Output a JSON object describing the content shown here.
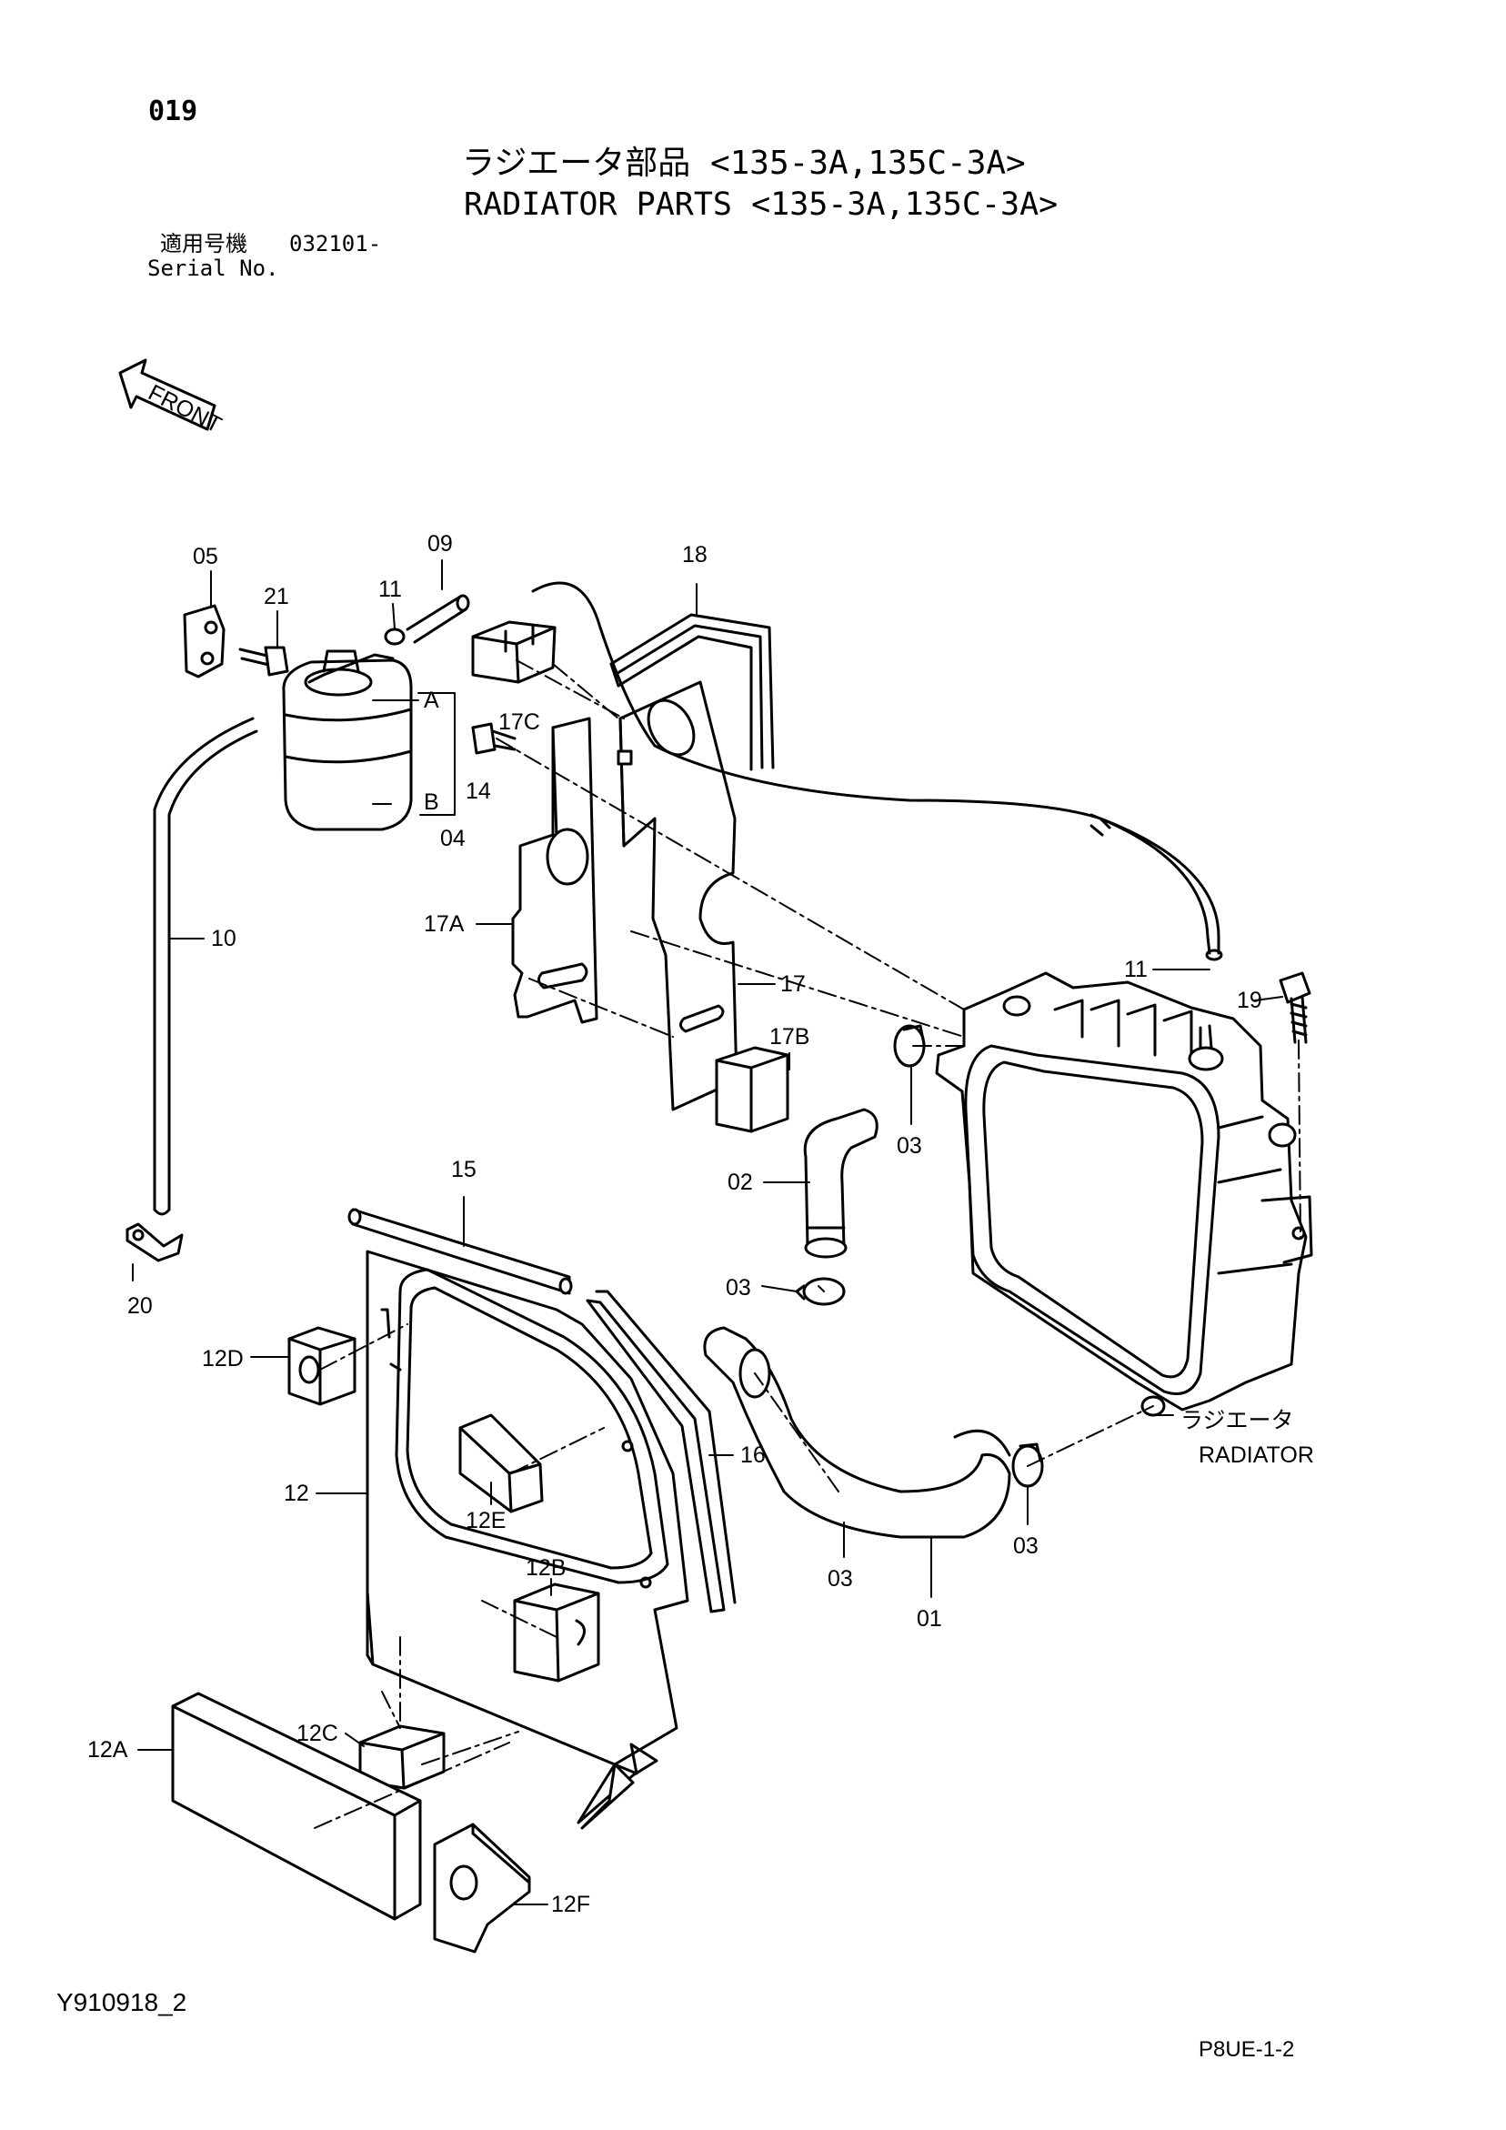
{
  "page": {
    "number": "019",
    "title_jp": "ラジエータ部品 <135-3A,135C-3A>",
    "title_en": "RADIATOR PARTS <135-3A,135C-3A>",
    "serial_label_jp": "適用号機",
    "serial_value": "032101-",
    "serial_label_en": "Serial No.",
    "figure_code": "Y910918_2",
    "page_code": "P8UE-1-2"
  },
  "front_arrow": {
    "label": "FRONT"
  },
  "radiator_label": {
    "jp": "ラジエータ",
    "en": "RADIATOR"
  },
  "callouts": {
    "c05": "05",
    "c21": "21",
    "c11a": "11",
    "c09": "09",
    "c18": "18",
    "cA": "A",
    "c17C": "17C",
    "c14": "14",
    "cB": "B",
    "c04": "04",
    "c10": "10",
    "c17A": "17A",
    "c17": "17",
    "c11b": "11",
    "c19": "19",
    "c17B": "17B",
    "c02": "02",
    "c03a": "03",
    "c20": "20",
    "c15": "15",
    "c03b": "03",
    "c12D": "12D",
    "c16": "16",
    "c12": "12",
    "c12E": "12E",
    "c12B": "12B",
    "c03c": "03",
    "c03d": "03",
    "c01": "01",
    "c12C": "12C",
    "c12A": "12A",
    "c12F": "12F"
  }
}
